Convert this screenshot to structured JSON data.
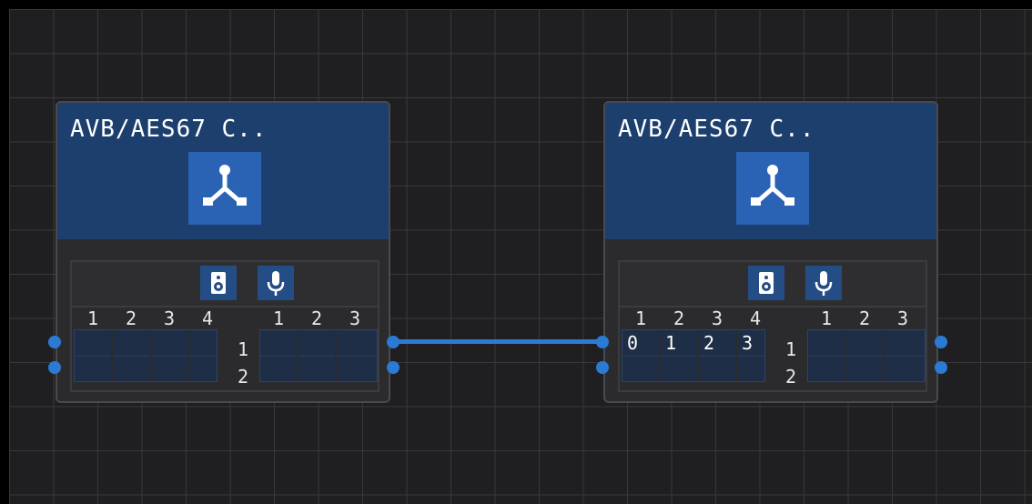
{
  "nodes": [
    {
      "title": "AVB/AES67 C..",
      "header_icon": "network-split-icon",
      "output_icon": "speaker-icon",
      "input_icon": "microphone-icon",
      "left_columns": [
        "1",
        "2",
        "3",
        "4"
      ],
      "left_values": [
        "",
        "",
        "",
        ""
      ],
      "rows": [
        "1",
        "2"
      ],
      "right_columns": [
        "1",
        "2",
        "3"
      ]
    },
    {
      "title": "AVB/AES67 C..",
      "header_icon": "network-split-icon",
      "output_icon": "speaker-icon",
      "input_icon": "microphone-icon",
      "left_columns": [
        "1",
        "2",
        "3",
        "4"
      ],
      "left_values": [
        "0",
        "1",
        "2",
        "3"
      ],
      "rows": [
        "1",
        "2"
      ],
      "right_columns": [
        "1",
        "2",
        "3"
      ]
    }
  ],
  "colors": {
    "canvas": "#1f1f22",
    "grid_line": "#38383c",
    "node_header": "#1d3f6e",
    "icon_bg": "#2a62b4",
    "port": "#2b7ad4"
  }
}
